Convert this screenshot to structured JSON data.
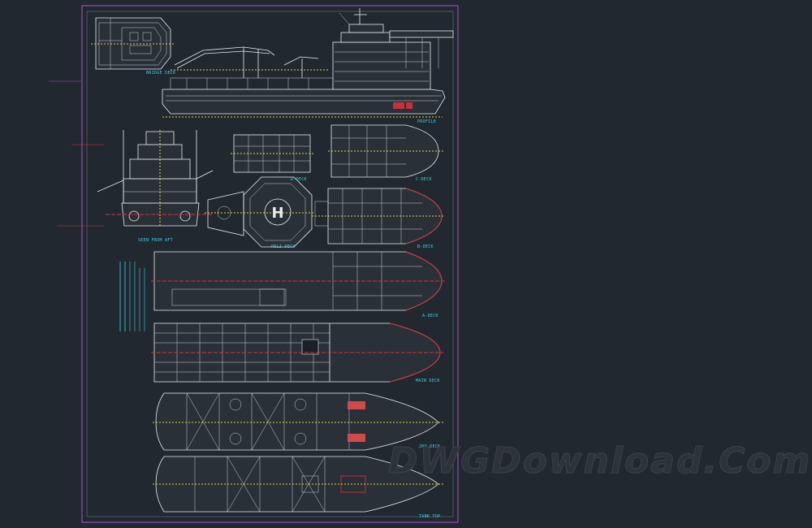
{
  "drawing": {
    "labels": {
      "bridge_deck": "BRIDGE DECK",
      "profile": "PROFILE",
      "seen_from_aft": "SEEN FROM AFT",
      "d_deck": "D-DECK",
      "c_deck": "C-DECK",
      "heli_deck": "HELI DECK",
      "b_deck": "B-DECK",
      "a_deck": "A-DECK",
      "main_deck": "MAIN DECK",
      "second_deck": "2ND DECK",
      "tank_top": "TANK TOP",
      "heli_marker": "H"
    }
  },
  "watermark": "DWGDownload.Com",
  "colors": {
    "background": "#212830",
    "frame": "#b04fd0",
    "line": "#e8ecef",
    "label": "#35d6e8",
    "centerline_yellow": "#e6d23a",
    "centerline_red": "#e0303a"
  }
}
